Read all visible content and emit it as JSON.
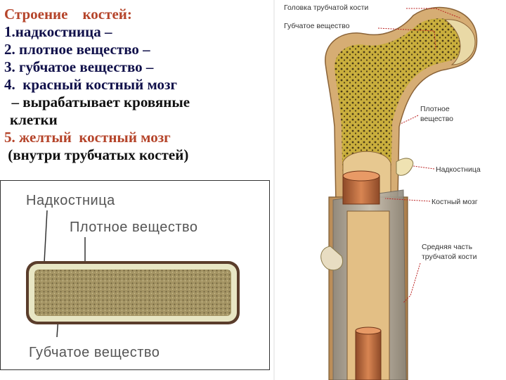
{
  "text": {
    "title": "Строение    костей:",
    "item1": "1.надкостница –",
    "item2": "2. плотное вещество –",
    "item3": "3. губчатое вещество –",
    "item4": "4.  красный костный мозг",
    "item4_desc": "  – вырабатывает кровяные",
    "item4_desc2": "клетки",
    "item5": "5. желтый  костный мозг",
    "item5_desc": " (внутри трубчатых костей)"
  },
  "cross_section": {
    "label_periosteum": "Надкостница",
    "label_compact": "Плотное вещество",
    "label_spongy": "Губчатое вещество"
  },
  "bone_diagram": {
    "label_head": "Головка трубчатой кости",
    "label_spongy": "Губчатое вещество",
    "label_compact_1": "Плотное",
    "label_compact_2": "вещество",
    "label_periosteum": "Надкостница",
    "label_marrow": "Костный мозг",
    "label_shaft_1": "Средняя часть",
    "label_shaft_2": "трубчатой кости"
  },
  "colors": {
    "title": "#b5442a",
    "text": "#10104a",
    "bone_outer": "#d9b07a",
    "spongy": "#c8b040",
    "marrow": "#c46a3a"
  }
}
